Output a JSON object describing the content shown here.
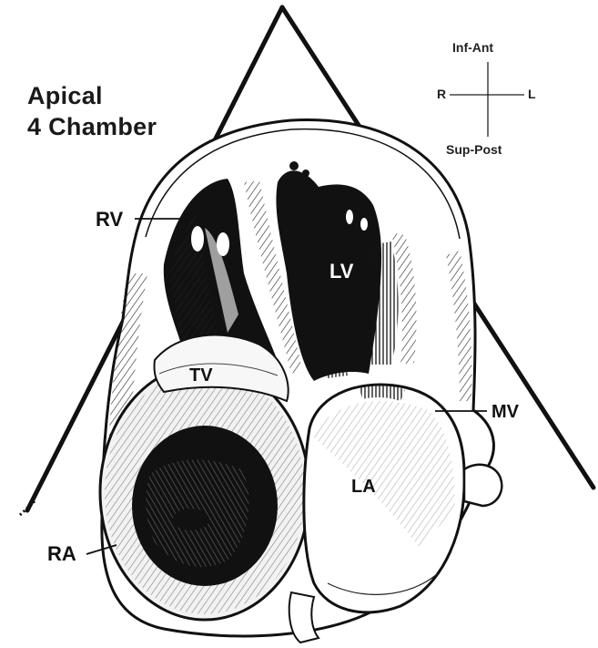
{
  "title": {
    "line1": "Apical",
    "line2": "4 Chamber"
  },
  "orientation": {
    "top": "Inf-Ant",
    "left": "R",
    "right": "L",
    "bottom": "Sup-Post"
  },
  "labels": {
    "rv": "RV",
    "lv": "LV",
    "tv": "TV",
    "mv": "MV",
    "la": "LA",
    "ra": "RA"
  },
  "colors": {
    "ink": "#111111",
    "paper": "#ffffff"
  }
}
